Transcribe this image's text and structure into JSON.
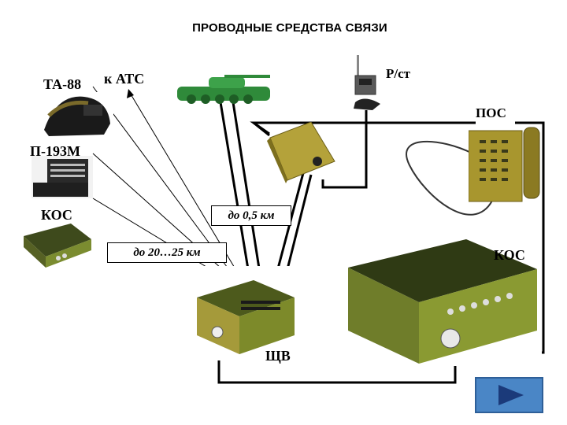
{
  "title": "ПРОВОДНЫЕ СРЕДСТВА СВЯЗИ",
  "labels": {
    "ta88": "ТА-88",
    "to_ats": "к АТС",
    "radio_station": "Р/ст",
    "pos": "ПОС",
    "p193m": "П-193М",
    "kos_left": "КОС",
    "kos_right": "КОС",
    "shchv": "ЩВ"
  },
  "distances": {
    "short": "до 0,5 км",
    "long": "до 20…25 км"
  },
  "colors": {
    "equipment_olive": "#8a8a2e",
    "equipment_dark": "#4d5a1c",
    "tank_green": "#2f8a3a",
    "wire": "#000000",
    "nav_button": "#4a86c6"
  },
  "icons": {
    "next": "play-right-triangle-icon"
  }
}
